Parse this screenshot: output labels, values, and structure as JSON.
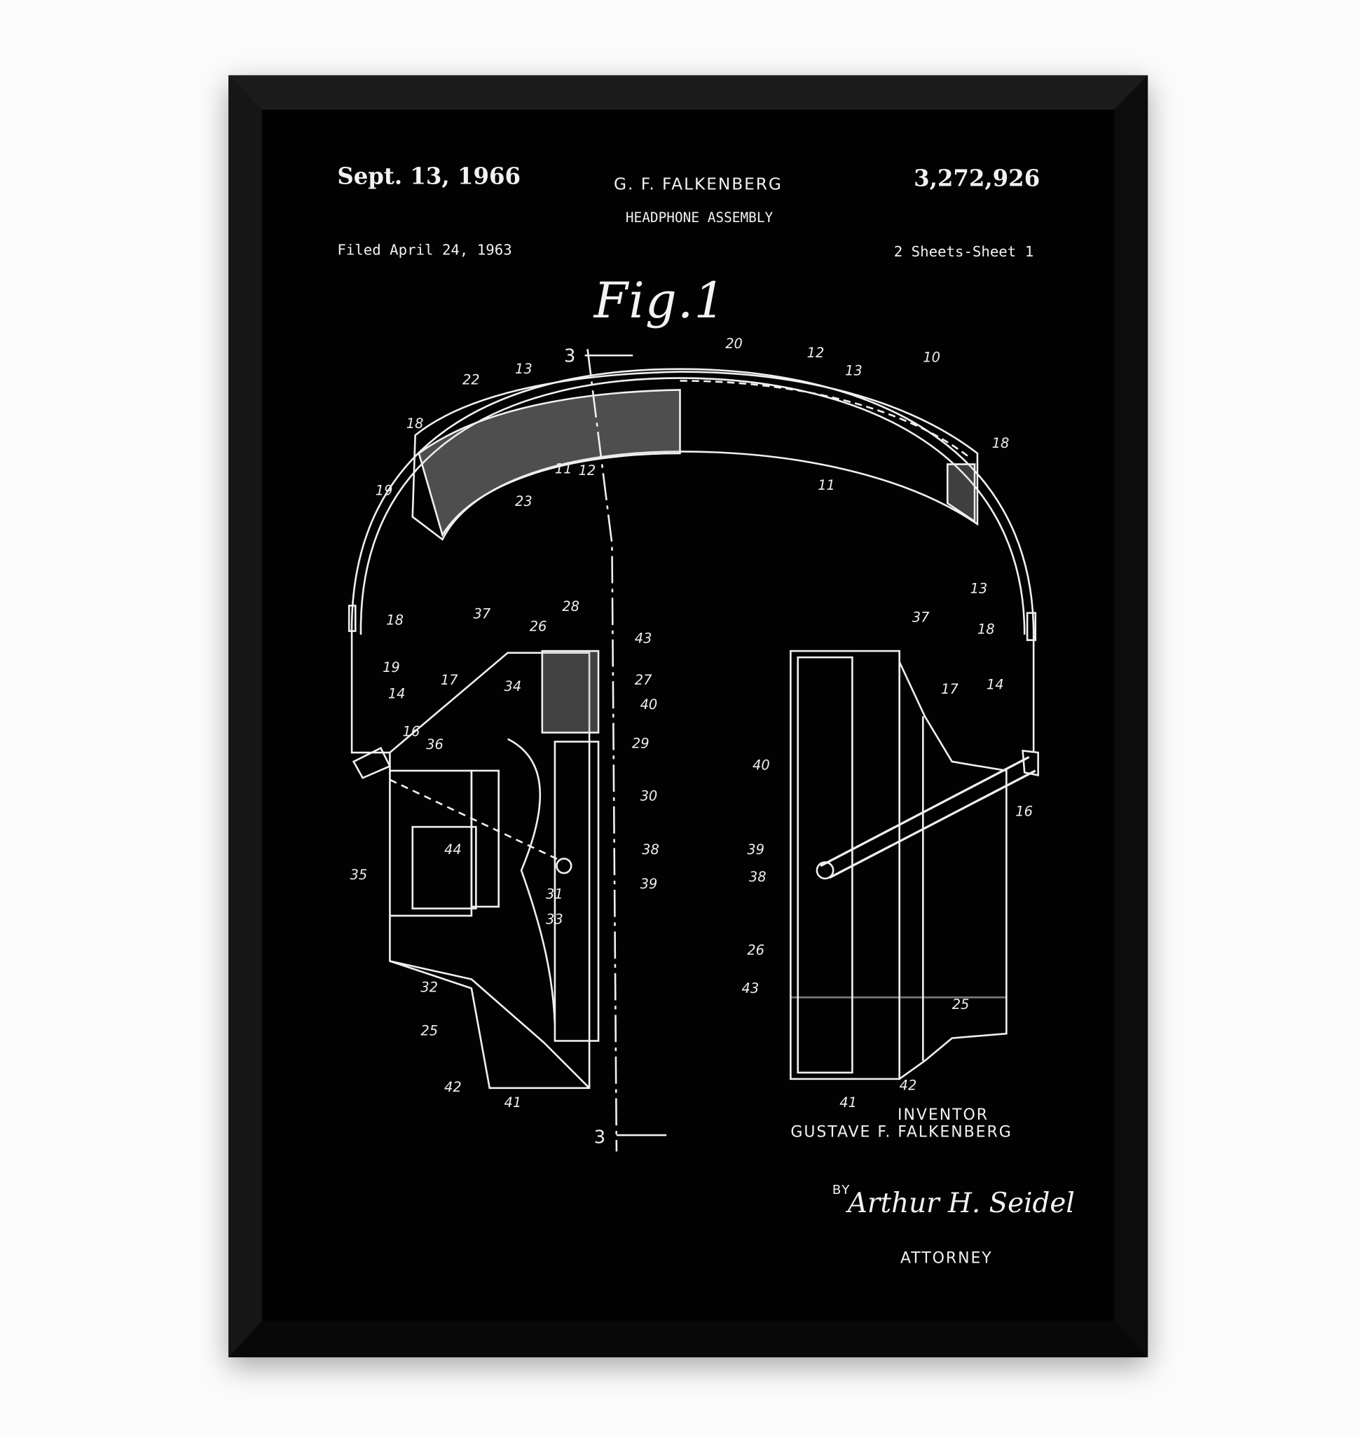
{
  "header": {
    "date": "Sept. 13, 1966",
    "inventor_short": "G. F. FALKENBERG",
    "patent_number": "3,272,926",
    "title": "HEADPHONE ASSEMBLY",
    "filed": "Filed April 24, 1963",
    "sheets": "2 Sheets-Sheet 1"
  },
  "figure_label": "Fig.1",
  "reference_numerals": [
    "3",
    "20",
    "12",
    "13",
    "10",
    "22",
    "13",
    "18",
    "11",
    "12",
    "18",
    "19",
    "23",
    "11",
    "13",
    "18",
    "18",
    "37",
    "26",
    "28",
    "43",
    "37",
    "19",
    "17",
    "34",
    "27",
    "14",
    "40",
    "17",
    "14",
    "16",
    "36",
    "29",
    "40",
    "30",
    "16",
    "44",
    "38",
    "39",
    "35",
    "39",
    "38",
    "31",
    "33",
    "26",
    "32",
    "43",
    "25",
    "25",
    "42",
    "42",
    "41",
    "41",
    "3"
  ],
  "footer": {
    "inventor_label": "INVENTOR",
    "inventor_name": "GUSTAVE F. FALKENBERG",
    "by": "BY",
    "signature": "Arthur H. Seidel",
    "attorney_label": "ATTORNEY"
  },
  "colors": {
    "frame": "#111111",
    "background": "#020202",
    "ink": "#f2f2f2"
  }
}
